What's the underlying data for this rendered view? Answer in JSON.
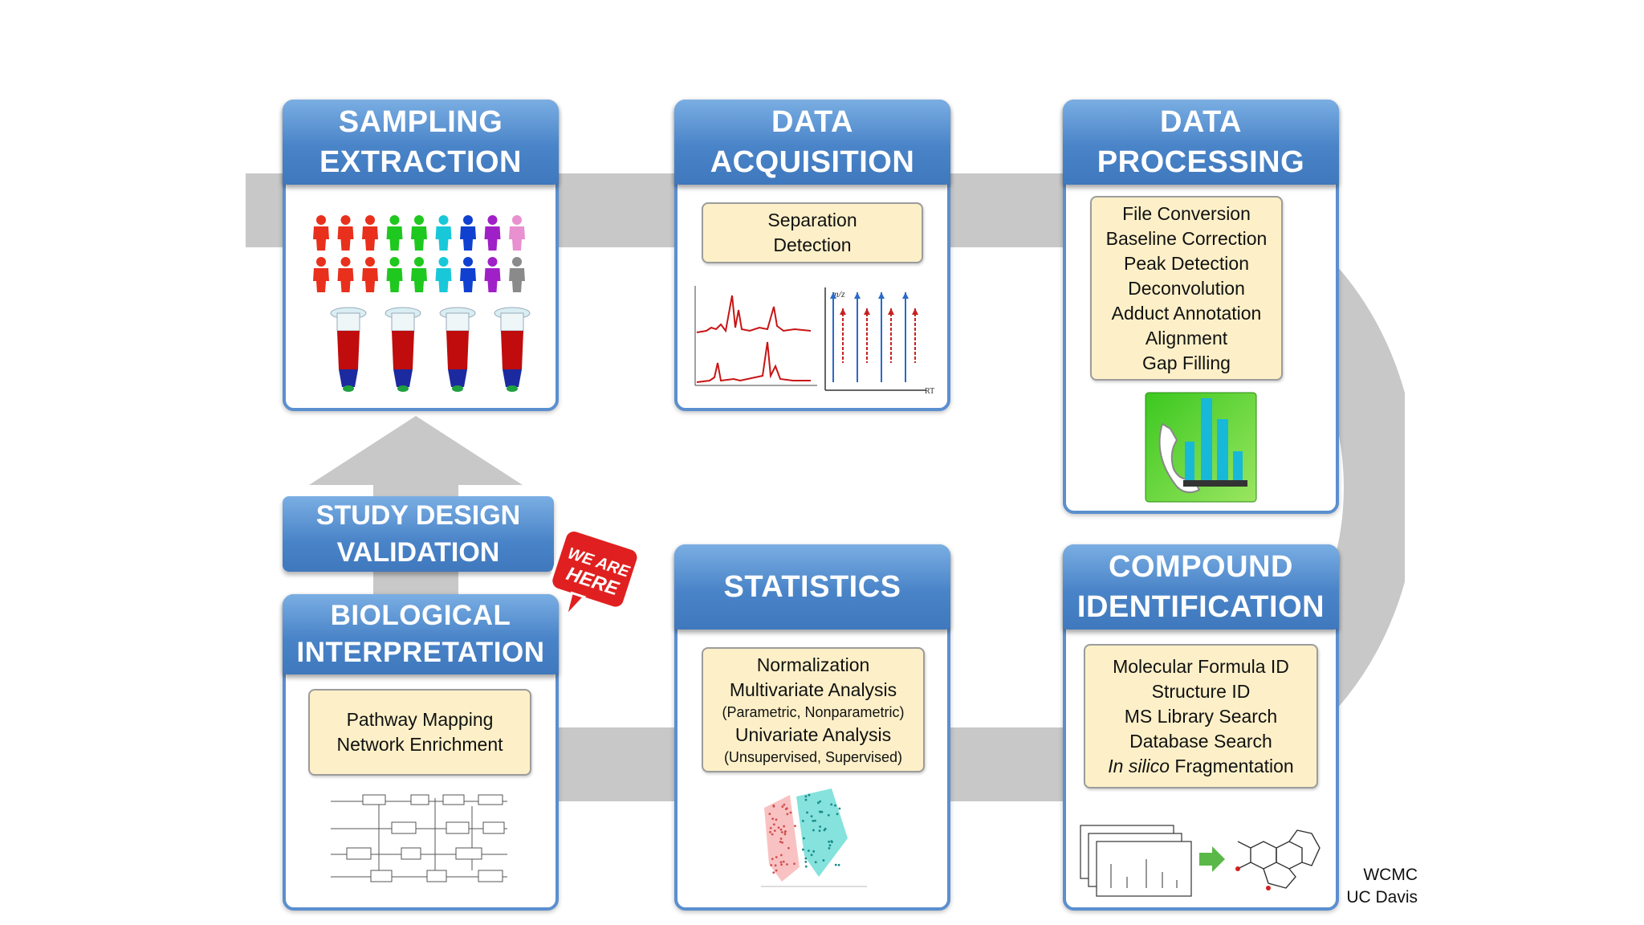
{
  "sampling": {
    "title_line1": "SAMPLING",
    "title_line2": "EXTRACTION"
  },
  "acquisition": {
    "title_line1": "DATA",
    "title_line2": "ACQUISITION",
    "items": [
      "Separation",
      "Detection"
    ],
    "plot_label_mz": "m/z",
    "plot_label_rt": "RT"
  },
  "processing": {
    "title_line1": "DATA",
    "title_line2": "PROCESSING",
    "items": [
      "File Conversion",
      "Baseline Correction",
      "Peak Detection",
      "Deconvolution",
      "Adduct Annotation",
      "Alignment",
      "Gap Filling"
    ]
  },
  "study_design": {
    "line1": "STUDY DESIGN",
    "line2": "VALIDATION"
  },
  "badge": {
    "line1": "WE ARE",
    "line2": "HERE",
    "color": "#e02020"
  },
  "interpretation": {
    "title_line1": "BIOLOGICAL",
    "title_line2": "INTERPRETATION",
    "items": [
      "Pathway Mapping",
      "Network Enrichment"
    ]
  },
  "statistics": {
    "title": "STATISTICS",
    "items": [
      "Normalization",
      "Multivariate Analysis",
      "(Parametric, Nonparametric)",
      "Univariate Analysis",
      "(Unsupervised, Supervised)"
    ]
  },
  "identification": {
    "title_line1": "COMPOUND",
    "title_line2": "IDENTIFICATION",
    "items": [
      "Molecular Formula ID",
      "Structure ID",
      "MS Library Search",
      "Database Search"
    ],
    "last_item_italic": "In silico",
    "last_item_rest": " Fragmentation"
  },
  "credit": {
    "line1": "WCMC",
    "line2": "UC Davis"
  },
  "colors": {
    "card_blue": "#4a84c8",
    "box_yellow": "#fdf0c8",
    "track_grey": "#c8c8c8",
    "people": [
      "#e8301c",
      "#e8301c",
      "#e8301c",
      "#1ec81e",
      "#1ec81e",
      "#18c8d8",
      "#1040d0",
      "#a020c8",
      "#e890d0"
    ],
    "people_row2_last": "#8a8a8a"
  }
}
